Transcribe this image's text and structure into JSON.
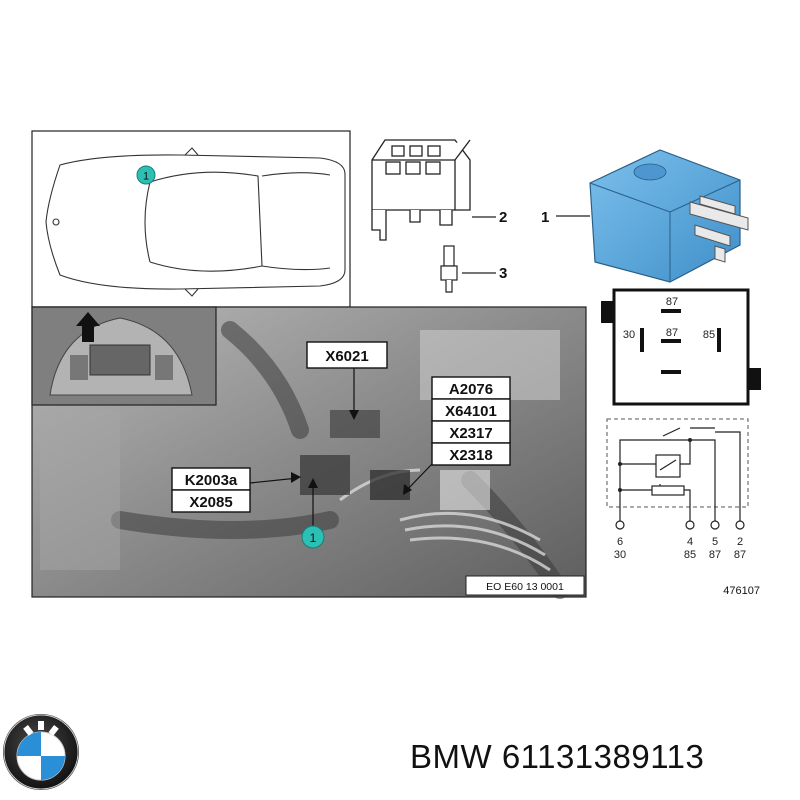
{
  "callouts": {
    "car_marker": "1",
    "photo_marker": "1",
    "part_socket": "2",
    "part_terminal": "3",
    "part_relay": "1"
  },
  "connectors": {
    "x6021": "X6021",
    "a2076": "A2076",
    "x64101": "X64101",
    "x2317": "X2317",
    "x2318": "X2318",
    "k2003a": "K2003a",
    "x2085": "X2085"
  },
  "photo_caption": "EO E60 13 0001",
  "relay_face": {
    "top": "87",
    "left": "30",
    "center": "87",
    "right": "85"
  },
  "schematic_pins": [
    {
      "number": "6",
      "terminal": "30"
    },
    {
      "number": "4",
      "terminal": "85"
    },
    {
      "number": "5",
      "terminal": "87"
    },
    {
      "number": "2",
      "terminal": "87"
    }
  ],
  "diagram_id": "476107",
  "footer": {
    "brand": "BMW",
    "part_number": "61131389113"
  },
  "colors": {
    "relay_blue": "#5aa6da",
    "marker_teal": "#2cc0b4",
    "photo_gray": "#8e8e8e"
  }
}
